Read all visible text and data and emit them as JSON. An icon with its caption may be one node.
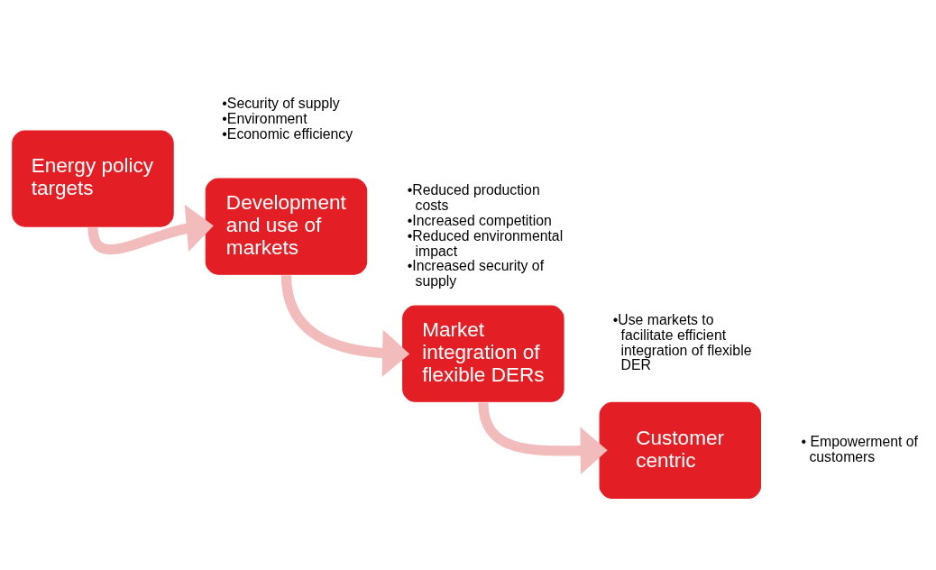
{
  "diagram": {
    "nodes": [
      {
        "text": [
          "Energy policy targets"
        ],
        "beside": [
          "•Security of supply",
          "•Environment",
          "•Economic efficiency"
        ]
      },
      {
        "text": [
          "Development and use of markets"
        ],
        "beside": [
          "•Reduced production costs",
          "•Increased competition",
          "•Reduced environmental impact",
          "•Increased security of supply"
        ]
      },
      {
        "text": [
          "Market integration of flexible DERs"
        ],
        "beside": [
          "•Use markets to facilitate efficient integration of flexible DER"
        ]
      },
      {
        "text": [
          "Customer centric"
        ],
        "beside": [
          "• Empowerment of customers"
        ]
      }
    ],
    "edges": [
      {
        "from": 0,
        "to": 1,
        "arrow": "to",
        "color": "#f2bcbc"
      },
      {
        "from": 1,
        "to": 2,
        "arrow": "to",
        "color": "#f2bcbc"
      },
      {
        "from": 2,
        "to": 3,
        "arrow": "to",
        "color": "#f2bcbc"
      }
    ]
  }
}
